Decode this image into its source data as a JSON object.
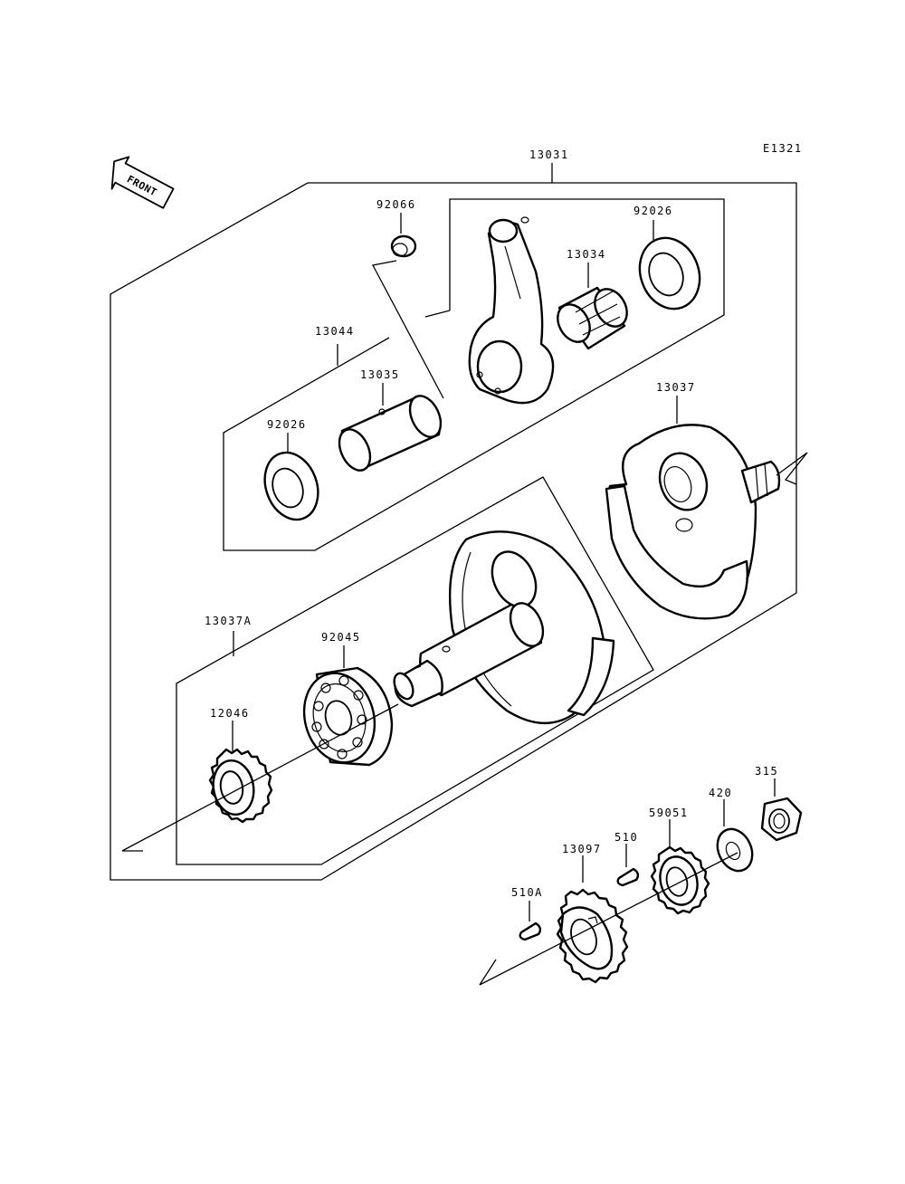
{
  "diagram_code": "E1321",
  "front_label": "FRONT",
  "labels": {
    "p13031": "13031",
    "p92066": "92066",
    "p92026_top": "92026",
    "p13034": "13034",
    "p13044": "13044",
    "p13035": "13035",
    "p92026_bottom": "92026",
    "p13037": "13037",
    "p13037A": "13037A",
    "p92045": "92045",
    "p12046": "12046",
    "p315": "315",
    "p420": "420",
    "p59051": "59051",
    "p510": "510",
    "p13097": "13097",
    "p510A": "510A"
  }
}
